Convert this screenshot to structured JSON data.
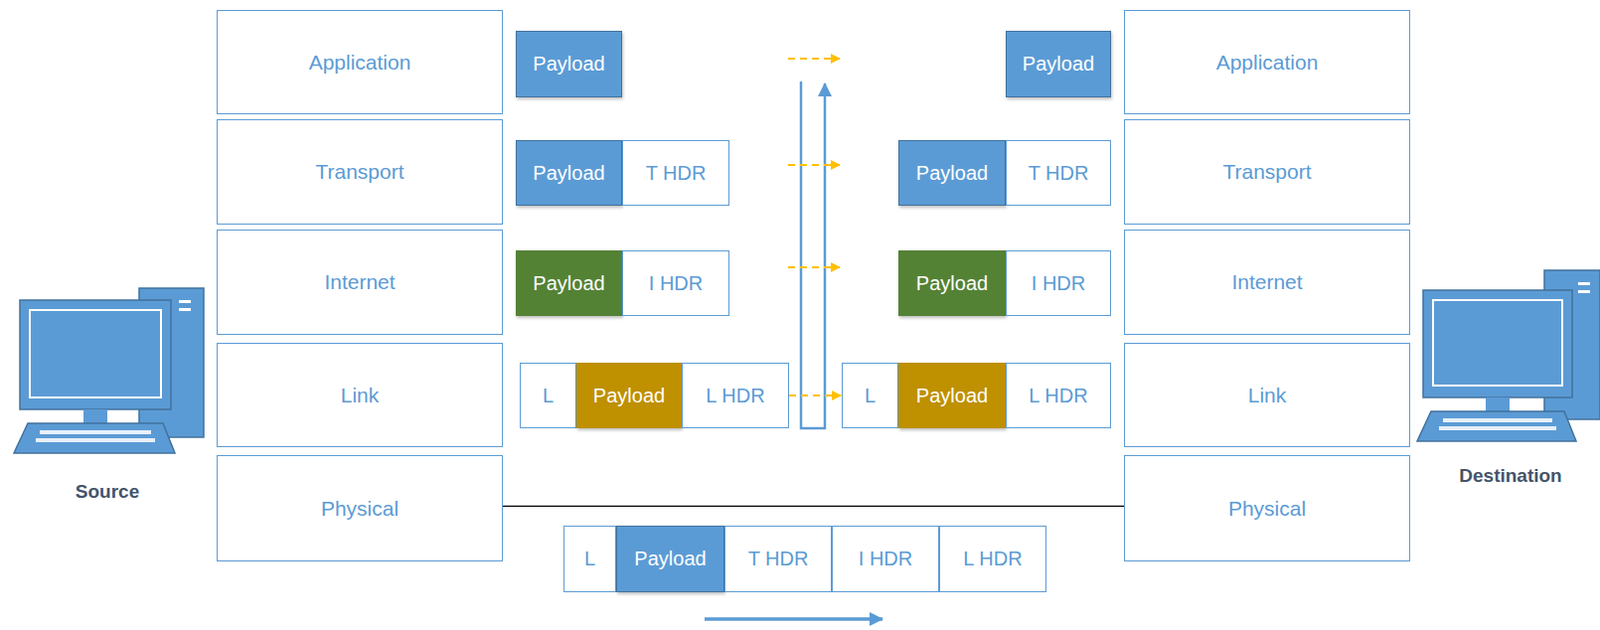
{
  "diagram": {
    "nodes": [
      {
        "text": [
          "Application"
        ]
      },
      {
        "text": [
          "Transport"
        ]
      },
      {
        "text": [
          "Internet"
        ]
      },
      {
        "text": [
          "Link"
        ]
      },
      {
        "text": [
          "Physical"
        ]
      },
      {
        "text": [
          "Payload"
        ]
      },
      {
        "text": [
          "Payload"
        ]
      },
      {
        "text": [
          "T HDR"
        ]
      },
      {
        "text": [
          "Payload"
        ]
      },
      {
        "text": [
          "I HDR"
        ]
      },
      {
        "text": [
          "L"
        ]
      },
      {
        "text": [
          "Payload"
        ]
      },
      {
        "text": [
          "L HDR"
        ]
      },
      {
        "text": [
          "Payload"
        ]
      },
      {
        "text": [
          "Payload"
        ]
      },
      {
        "text": [
          "T HDR"
        ]
      },
      {
        "text": [
          "Payload"
        ]
      },
      {
        "text": [
          "I HDR"
        ]
      },
      {
        "text": [
          "L"
        ]
      },
      {
        "text": [
          "Payload"
        ]
      },
      {
        "text": [
          "L HDR"
        ]
      },
      {
        "text": [
          "Application"
        ]
      },
      {
        "text": [
          "Transport"
        ]
      },
      {
        "text": [
          "Internet"
        ]
      },
      {
        "text": [
          "Link"
        ]
      },
      {
        "text": [
          "Physical"
        ]
      },
      {
        "text": [
          "L"
        ]
      },
      {
        "text": [
          "Payload"
        ]
      },
      {
        "text": [
          "T HDR"
        ]
      },
      {
        "text": [
          "I HDR"
        ]
      },
      {
        "text": [
          "L HDR"
        ]
      }
    ],
    "edges": [
      {
        "from": 12,
        "to": 18,
        "arrow": "to"
      },
      {
        "from": 4,
        "to": 25,
        "arrow": "none"
      }
    ],
    "labels": [
      "Source",
      "Destination"
    ]
  }
}
